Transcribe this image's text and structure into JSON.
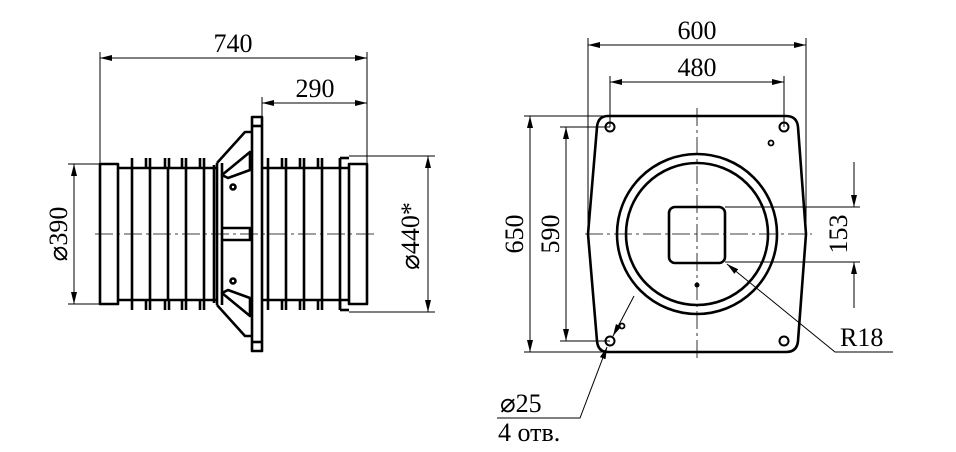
{
  "side_view": {
    "overall_length": "740",
    "flange_offset": "290",
    "inner_diameter": "⌀390",
    "outer_diameter": "⌀440*"
  },
  "front_view": {
    "plate_width": "600",
    "hole_spacing_horizontal": "480",
    "plate_height": "650",
    "hole_spacing_vertical": "590",
    "square_opening": "153",
    "corner_radius": "R18",
    "hole_diameter": "⌀25",
    "hole_count": "4 отв."
  }
}
